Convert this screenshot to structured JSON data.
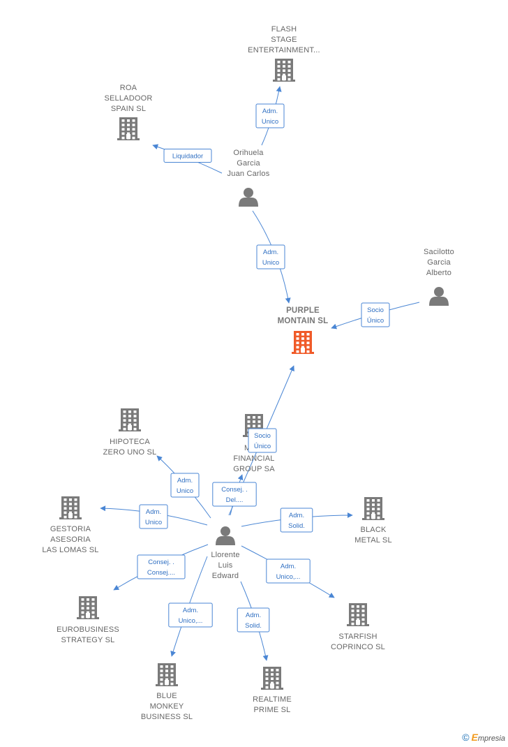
{
  "colors": {
    "edge": "#4a86d4",
    "edge_text": "#2f6fc2",
    "company": "#7a7a7a",
    "focus_company": "#f05a28",
    "person": "#7a7a7a",
    "label": "#666666"
  },
  "nodes": [
    {
      "id": "flash",
      "kind": "company",
      "lines": [
        "FLASH",
        "STAGE",
        "ENTERTAINMENT..."
      ]
    },
    {
      "id": "roa",
      "kind": "company",
      "lines": [
        "ROA",
        "SELLADOOR",
        "SPAIN  SL"
      ]
    },
    {
      "id": "orihuela",
      "kind": "person",
      "lines": [
        "Orihuela",
        "Garcia",
        "Juan Carlos"
      ]
    },
    {
      "id": "sacilotto",
      "kind": "person",
      "lines": [
        "Sacilotto",
        "Garcia",
        "Alberto"
      ]
    },
    {
      "id": "purple",
      "kind": "company",
      "focus": true,
      "lines": [
        "PURPLE",
        "MONTAIN  SL"
      ]
    },
    {
      "id": "hipoteca",
      "kind": "company",
      "lines": [
        "HIPOTECA",
        "ZERO UNO  SL"
      ]
    },
    {
      "id": "mo",
      "kind": "company",
      "lines": [
        "MO...",
        "FINANCIAL",
        "GROUP SA"
      ]
    },
    {
      "id": "gestoria",
      "kind": "company",
      "lines": [
        "GESTORIA",
        "ASESORIA",
        "LAS LOMAS  SL"
      ]
    },
    {
      "id": "black",
      "kind": "company",
      "lines": [
        "BLACK",
        "METAL  SL"
      ]
    },
    {
      "id": "llorente",
      "kind": "person",
      "lines": [
        "Llorente",
        "Luis",
        "Edward"
      ]
    },
    {
      "id": "eurobusiness",
      "kind": "company",
      "lines": [
        "EUROBUSINESS",
        "STRATEGY  SL"
      ]
    },
    {
      "id": "starfish",
      "kind": "company",
      "lines": [
        "STARFISH",
        "COPRINCO  SL"
      ]
    },
    {
      "id": "bluemonkey",
      "kind": "company",
      "lines": [
        "BLUE",
        "MONKEY",
        "BUSINESS  SL"
      ]
    },
    {
      "id": "realtime",
      "kind": "company",
      "lines": [
        "REALTIME",
        "PRIME  SL"
      ]
    }
  ],
  "edges": [
    {
      "from": "orihuela",
      "to": "flash",
      "label": [
        "Adm.",
        "Unico"
      ]
    },
    {
      "from": "orihuela",
      "to": "roa",
      "label": [
        "Liquidador"
      ]
    },
    {
      "from": "orihuela",
      "to": "purple",
      "label": [
        "Adm.",
        "Unico"
      ]
    },
    {
      "from": "sacilotto",
      "to": "purple",
      "label": [
        "Socio",
        "Único"
      ]
    },
    {
      "from": "llorente",
      "to": "purple",
      "label": [
        "Socio",
        "Único"
      ]
    },
    {
      "from": "llorente",
      "to": "mo",
      "label": [
        "Consej. .",
        "Del...."
      ]
    },
    {
      "from": "llorente",
      "to": "hipoteca",
      "label": [
        "Adm.",
        "Unico"
      ]
    },
    {
      "from": "llorente",
      "to": "gestoria",
      "label": [
        "Adm.",
        "Unico"
      ]
    },
    {
      "from": "llorente",
      "to": "black",
      "label": [
        "Adm.",
        "Solid."
      ]
    },
    {
      "from": "llorente",
      "to": "eurobusiness",
      "label": [
        "Consej. .",
        "Consej...."
      ]
    },
    {
      "from": "llorente",
      "to": "starfish",
      "label": [
        "Adm.",
        "Unico,..."
      ]
    },
    {
      "from": "llorente",
      "to": "bluemonkey",
      "label": [
        "Adm.",
        "Unico,..."
      ]
    },
    {
      "from": "llorente",
      "to": "realtime",
      "label": [
        "Adm.",
        "Solid."
      ]
    }
  ],
  "credit": {
    "symbol": "©",
    "brand_initial": "E",
    "brand_rest": "mpresia"
  }
}
